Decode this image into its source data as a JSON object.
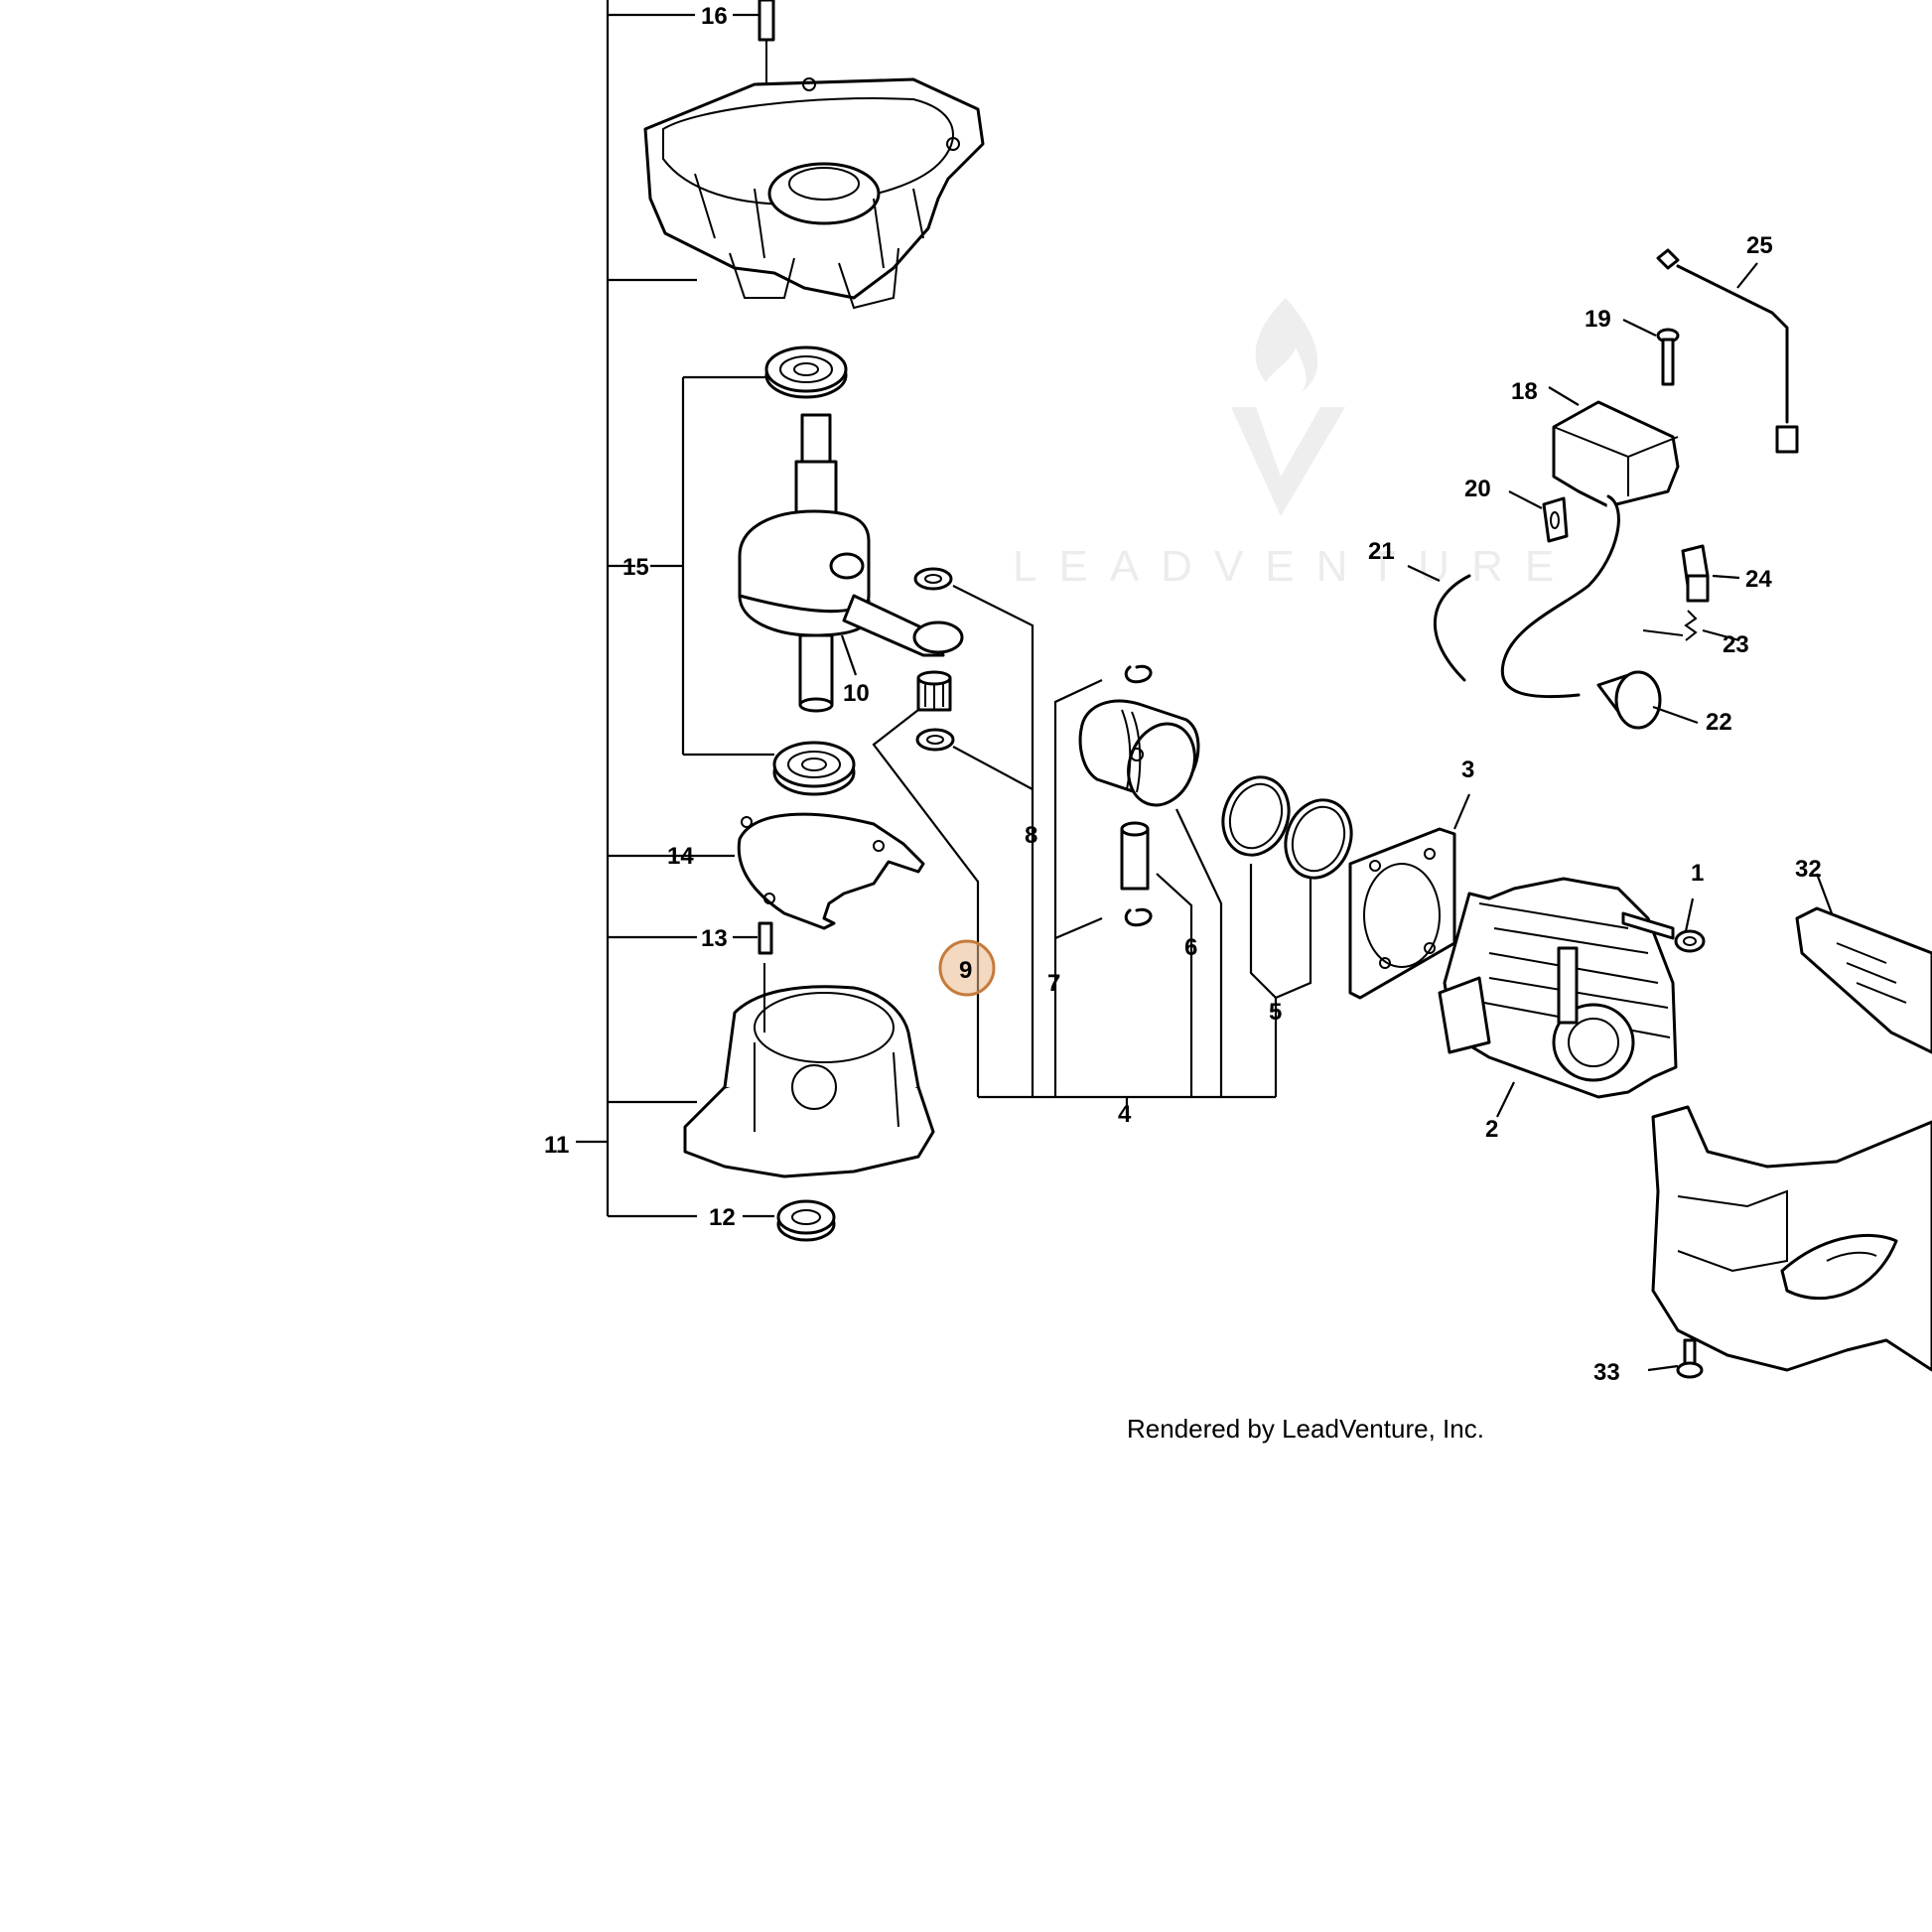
{
  "diagram": {
    "credit": "Rendered by LeadVenture, Inc.",
    "watermark": "LEADVENTURE",
    "highlight_color": "#d9954e",
    "callouts": [
      "1",
      "2",
      "3",
      "4",
      "5",
      "6",
      "7",
      "8",
      "9",
      "10",
      "11",
      "12",
      "13",
      "14",
      "15",
      "16",
      "18",
      "19",
      "20",
      "21",
      "22",
      "23",
      "24",
      "25",
      "32",
      "33"
    ],
    "selected_callout": "9"
  }
}
